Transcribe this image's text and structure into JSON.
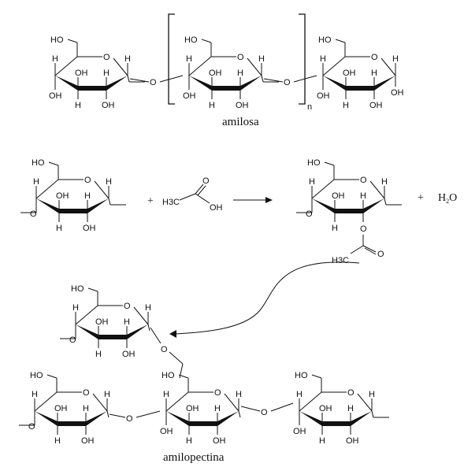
{
  "captions": {
    "amylose": "amilosa",
    "amylopectin": "amilopectina",
    "repeat_subscript": "n"
  },
  "atoms": {
    "hydroxyl": "OH",
    "hydrogen": "H",
    "ring_oxygen": "O",
    "hydroxymethyl": "HO",
    "glycosidic_oxygen": "O",
    "chain_link": "O"
  },
  "reaction": {
    "plus_1": "+",
    "plus_2": "+",
    "acetic_acid": {
      "ch3": "H3C",
      "carbonyl_o": "O",
      "hydroxyl": "OH"
    },
    "acetyl": {
      "ch3": "H3C",
      "carbonyl_o": "O",
      "ester_o": "O"
    },
    "water": {
      "h": "H",
      "sub": "2",
      "o": "O"
    }
  }
}
